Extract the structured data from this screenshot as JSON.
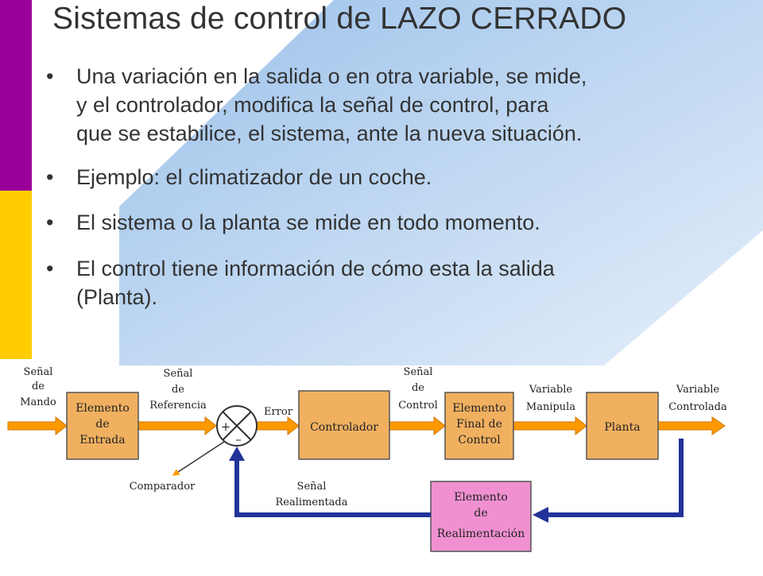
{
  "slide": {
    "title": "Sistemas de control de LAZO CERRADO",
    "bullets": [
      {
        "lines": [
          "Una variación en la salida o en otra variable, se mide,",
          "y el controlador, modifica la señal de control, para",
          "que se estabilice, el sistema, ante la nueva situación."
        ]
      },
      {
        "lines": [
          "Ejemplo: el climatizador de un coche."
        ]
      },
      {
        "lines": [
          "El sistema o la planta se mide en todo momento."
        ]
      },
      {
        "lines": [
          "El control tiene información de cómo esta la salida",
          "(Planta)."
        ]
      }
    ]
  },
  "diagram": {
    "blocks": {
      "entrada": [
        "Elemento",
        "de",
        "Entrada"
      ],
      "controlador": [
        "Controlador"
      ],
      "final": [
        "Elemento",
        "Final de",
        "Control"
      ],
      "planta": [
        "Planta"
      ],
      "realimentacion": [
        "Elemento",
        "de",
        "Realimentación"
      ]
    },
    "labels": {
      "mando": [
        "Señal",
        "de",
        "Mando"
      ],
      "referencia": [
        "Señal",
        "de",
        "Referencia"
      ],
      "error": "Error",
      "control": [
        "Señal",
        "de",
        "Control"
      ],
      "manipula": [
        "Variable",
        "Manipula"
      ],
      "controlada": [
        "Variable",
        "Controlada"
      ],
      "comparador": "Comparador",
      "realimentada": [
        "Señal",
        "Realimentada"
      ],
      "plus": "+",
      "minus": "–"
    },
    "colors": {
      "block": "#f0b060",
      "block_feedback": "#f090d0",
      "forward_arrow": "#ff9900",
      "feedback_arrow": "#223399",
      "accent_purple": "#990099",
      "accent_yellow": "#ffcc00",
      "background_blue": "#b8d4f0"
    }
  }
}
